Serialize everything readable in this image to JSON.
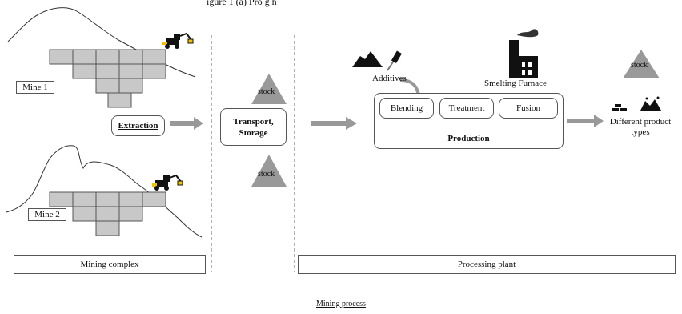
{
  "header": {
    "cut_title": "igure 1 (a) Pro g h "
  },
  "mining_complex": {
    "mine1_label": "Mine 1",
    "mine2_label": "Mine 2",
    "extraction_label": "Extraction",
    "section_label": "Mining complex"
  },
  "transport": {
    "label_line1": "Transport,",
    "label_line2": "Storage",
    "stock_upper": "stock",
    "stock_lower": "stock"
  },
  "processing_plant": {
    "additives_label": "Additives",
    "furnace_label": "Smelting Furnace",
    "stock_label": "stock",
    "blending_label": "Blending",
    "treatment_label": "Treatment",
    "fusion_label": "Fusion",
    "production_label": "Production",
    "products_line1": "Different product",
    "products_line2": "types",
    "section_label": "Processing plant"
  },
  "caption": "Mining process",
  "icons": [
    "excavator-icon",
    "ore-pile-icon",
    "dropper-icon",
    "factory-icon",
    "gold-bars-icon",
    "gold-nugget-icon"
  ]
}
